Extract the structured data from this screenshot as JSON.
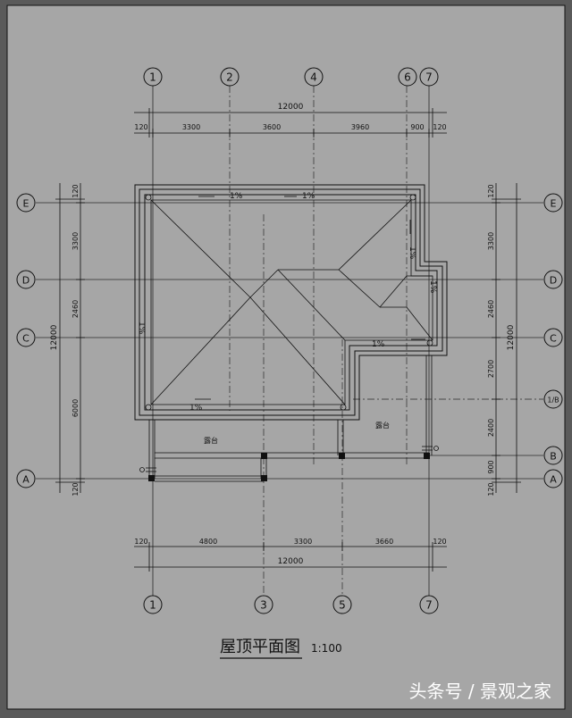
{
  "drawing": {
    "title": "屋顶平面图",
    "scale": "1:100",
    "watermark": "头条号 / 景观之家"
  },
  "axes": {
    "top": [
      "1",
      "2",
      "4",
      "6",
      "7"
    ],
    "bottom": [
      "1",
      "3",
      "5",
      "7"
    ],
    "left": [
      "E",
      "D",
      "C",
      "A"
    ],
    "right": [
      "E",
      "D",
      "C",
      "1/B",
      "B",
      "A"
    ]
  },
  "dimensions": {
    "top_total": "12000",
    "top_segments": [
      "120",
      "3300",
      "3600",
      "3960",
      "900",
      "120"
    ],
    "bottom_total": "12000",
    "bottom_segments": [
      "120",
      "4800",
      "3300",
      "3660",
      "120"
    ],
    "left_total": "12000",
    "left_segments": [
      "120",
      "3300",
      "2460",
      "6000",
      "120"
    ],
    "right_total": "12000",
    "right_segments": [
      "120",
      "3300",
      "2460",
      "2700",
      "2400",
      "900",
      "120"
    ]
  },
  "annotations": {
    "slope_top_1": "1%",
    "slope_top_2": "1%",
    "slope_left": "1%",
    "slope_bottom": "1%",
    "slope_mid": "1%",
    "slope_right": "1%",
    "slope_right2": "1%",
    "terrace_left": "露台",
    "terrace_right": "露台"
  }
}
